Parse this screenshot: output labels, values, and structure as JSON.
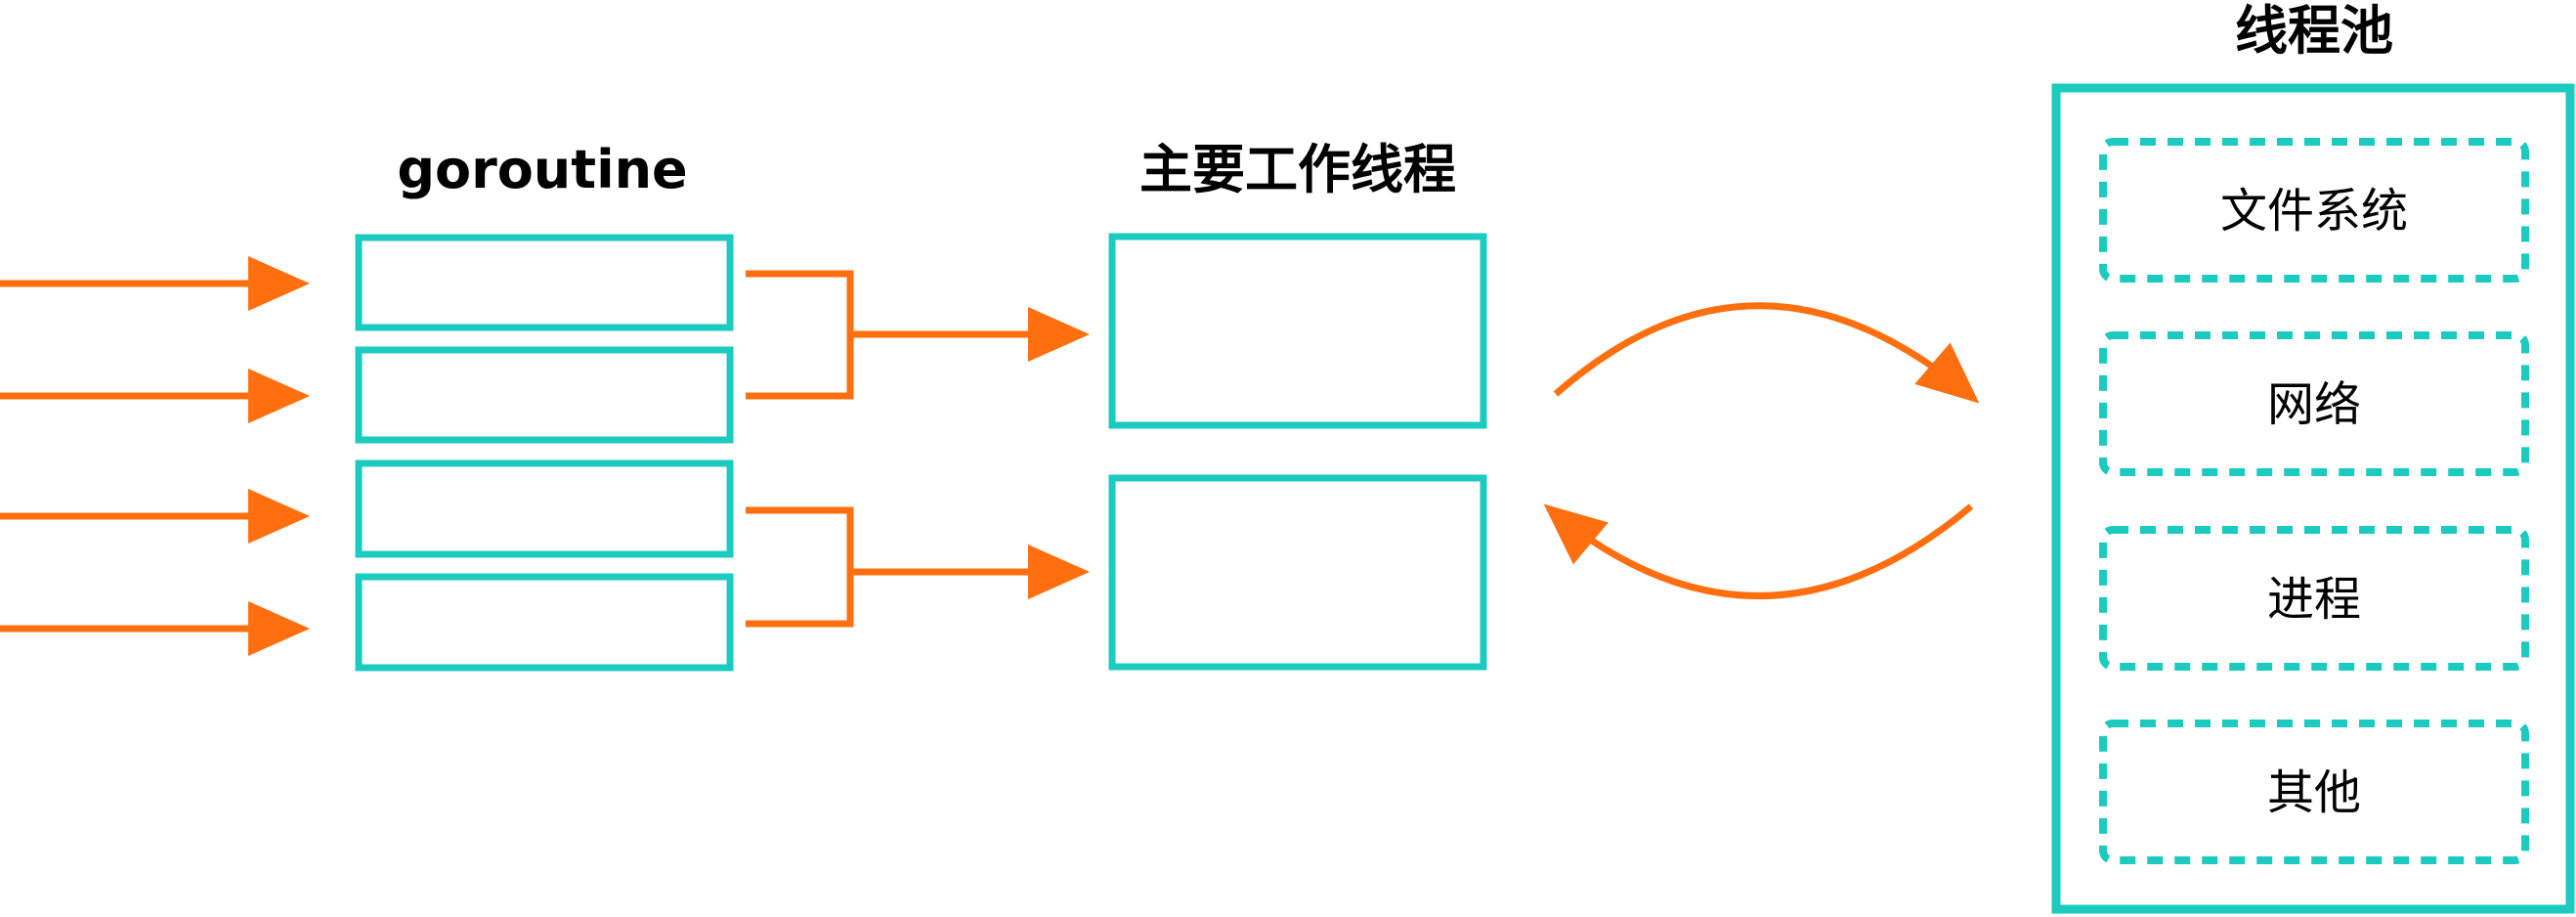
{
  "labels": {
    "goroutine_group": "goroutine",
    "main_worker_threads": "主要工作线程",
    "thread_pool": "线程池"
  },
  "thread_pool": {
    "items": [
      "文件系统",
      "网络",
      "进程",
      "其他"
    ]
  },
  "colors": {
    "box_stroke": "#1ccbc0",
    "arrow": "#ff6f0f",
    "text": "#000000",
    "background": "#ffffff"
  }
}
